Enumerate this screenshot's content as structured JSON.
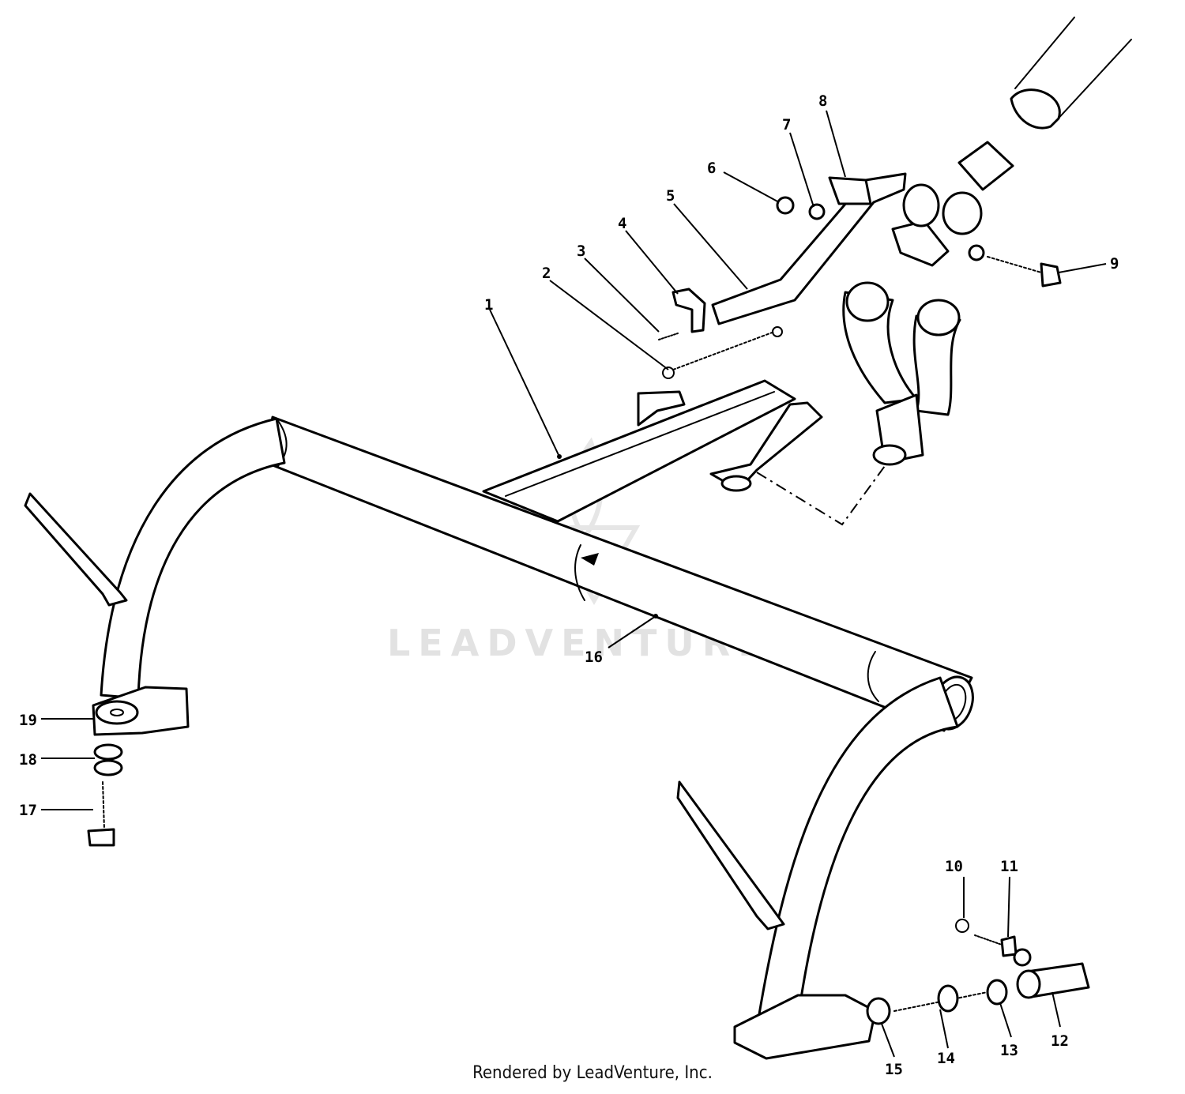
{
  "diagram": {
    "watermark": "LEADVENTURE",
    "footer": "Rendered by LeadVenture, Inc.",
    "callouts": [
      {
        "id": "c1",
        "label": "1"
      },
      {
        "id": "c2",
        "label": "2"
      },
      {
        "id": "c3",
        "label": "3"
      },
      {
        "id": "c4",
        "label": "4"
      },
      {
        "id": "c5",
        "label": "5"
      },
      {
        "id": "c6",
        "label": "6"
      },
      {
        "id": "c7",
        "label": "7"
      },
      {
        "id": "c8",
        "label": "8"
      },
      {
        "id": "c9",
        "label": "9"
      },
      {
        "id": "c10",
        "label": "10"
      },
      {
        "id": "c11",
        "label": "11"
      },
      {
        "id": "c12",
        "label": "12"
      },
      {
        "id": "c13",
        "label": "13"
      },
      {
        "id": "c14",
        "label": "14"
      },
      {
        "id": "c15",
        "label": "15"
      },
      {
        "id": "c16",
        "label": "16"
      },
      {
        "id": "c17",
        "label": "17"
      },
      {
        "id": "c18",
        "label": "18"
      },
      {
        "id": "c19",
        "label": "19"
      }
    ]
  }
}
